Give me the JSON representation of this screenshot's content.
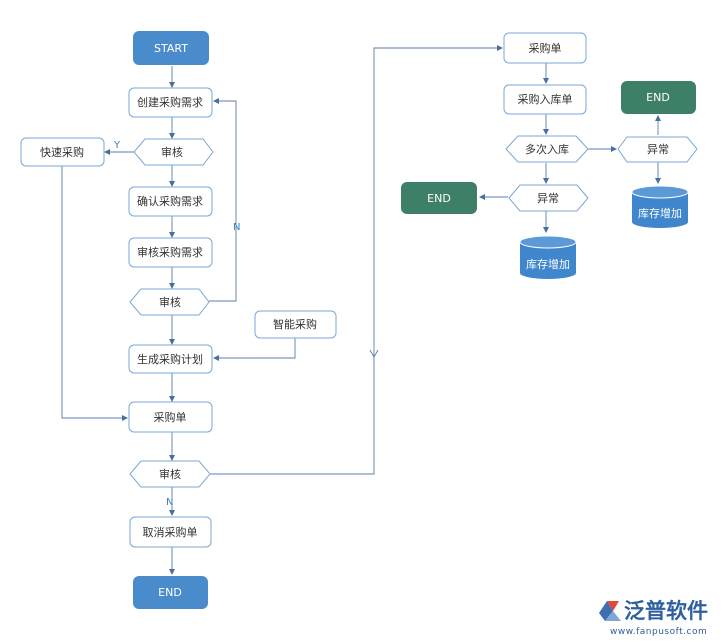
{
  "nodes": {
    "start": "START",
    "create_demand": "创建采购需求",
    "review1": "审核",
    "quick_purchase": "快速采购",
    "confirm_demand": "确认采购需求",
    "audit_demand": "审核采购需求",
    "review2": "审核",
    "smart_purchase": "智能采购",
    "gen_plan": "生成采购计划",
    "order_left": "采购单",
    "review3": "审核",
    "cancel_order": "取消采购单",
    "end_left": "END",
    "order_right": "采购单",
    "order_inbound": "采购入库单",
    "multi_inbound": "多次入库",
    "exception_right": "异常",
    "end_top_right": "END",
    "stock_increase_right": "库存增加",
    "exception_mid": "异常",
    "end_mid": "END",
    "stock_increase_mid": "库存增加"
  },
  "labels": {
    "y": "Y",
    "n_right": "N",
    "n_bottom": "N"
  },
  "logo": {
    "name": "泛普软件",
    "url": "www.fanpusoft.com"
  },
  "colors": {
    "terminal_blue": "#4a8ccb",
    "terminal_green": "#3e7f67",
    "box_border": "#7aa7d4",
    "line": "#5b7fa8",
    "database": "#3f86cc"
  }
}
